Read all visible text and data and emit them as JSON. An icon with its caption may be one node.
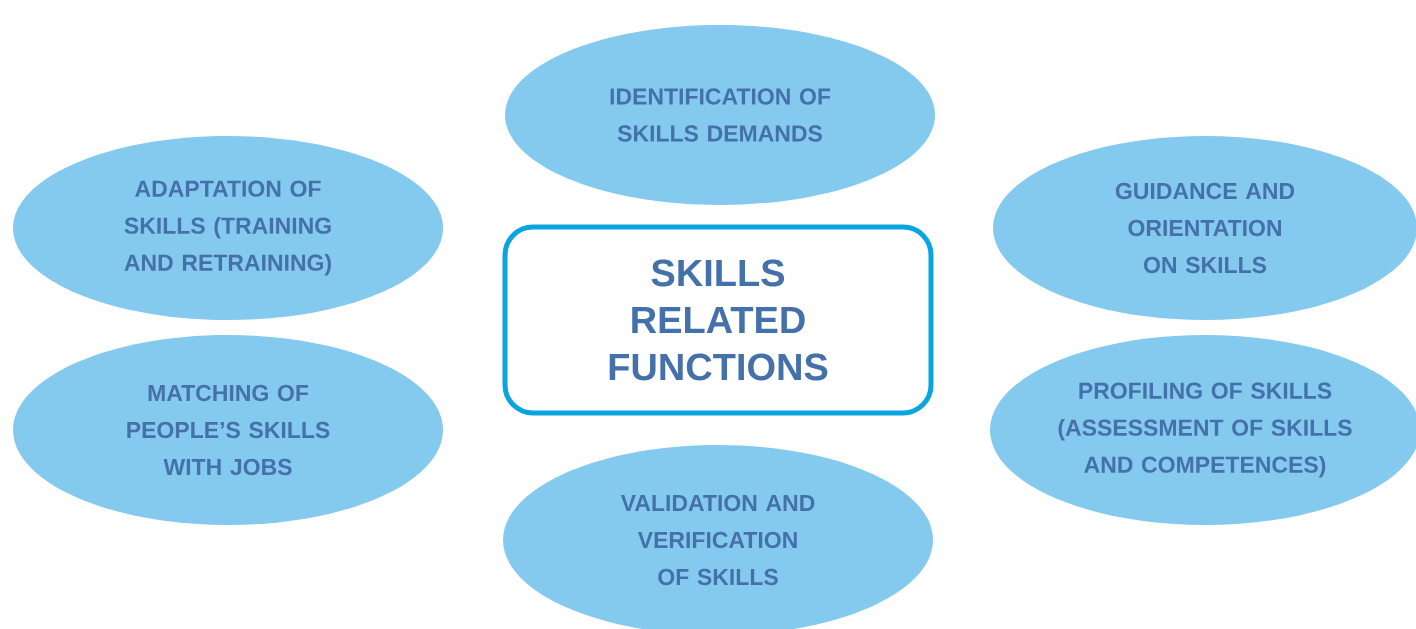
{
  "diagram": {
    "nodes": [
      {
        "text": [
          "IDENTIFICATION OF SKILLS DEMANDS"
        ]
      },
      {
        "text": [
          "ADAPTATION OF SKILLS (TRAINING AND RETRAINING)"
        ]
      },
      {
        "text": [
          "GUIDANCE AND ORIENTATION ON SKILLS"
        ]
      },
      {
        "text": [
          "SKILLS RELATED FUNCTIONS"
        ]
      },
      {
        "text": [
          "MATCHING OF PEOPLE’S SKILLS WITH JOBS"
        ]
      },
      {
        "text": [
          "PROFILING OF SKILLS (ASSESSMENT OF SKILLS AND COMPETENCES)"
        ]
      },
      {
        "text": [
          "VALIDATION AND VERIFICATION OF SKILLS"
        ]
      }
    ]
  }
}
